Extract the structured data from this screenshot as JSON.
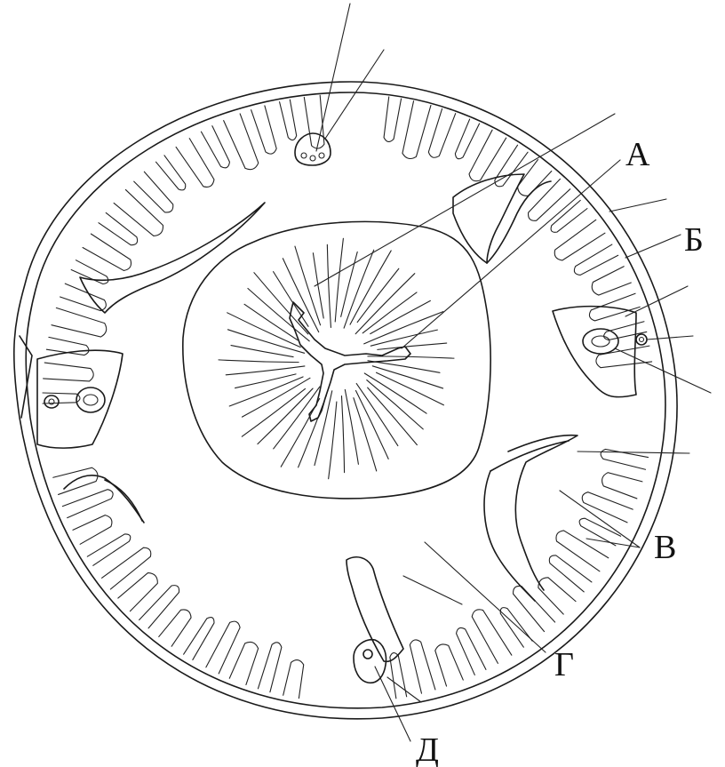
{
  "figure": {
    "type": "anatomical cross-section line drawing",
    "line_color": "#1a1a1a",
    "background": "#ffffff"
  },
  "labels": {
    "a": "А",
    "b": "Б",
    "v": "В",
    "g": "Г",
    "d": "Д"
  }
}
